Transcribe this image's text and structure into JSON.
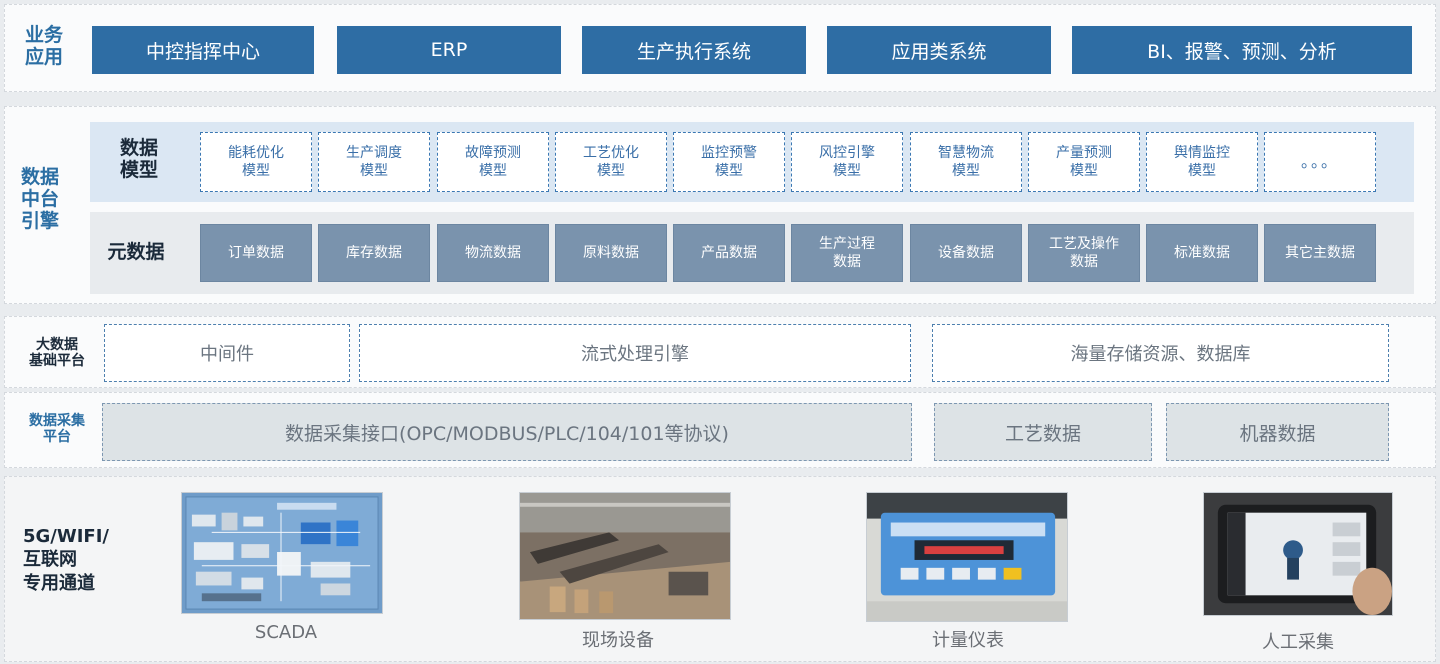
{
  "business_layer": {
    "label": "业务\n应用",
    "buttons": [
      "中控指挥中心",
      "ERP",
      "生产执行系统",
      "应用类系统",
      "BI、报警、预测、分析"
    ]
  },
  "data_center": {
    "label": "数据\n中台\n引擎",
    "models": {
      "label": "数据\n模型",
      "items": [
        "能耗优化\n模型",
        "生产调度\n模型",
        "故障预测\n模型",
        "工艺优化\n模型",
        "监控预警\n模型",
        "风控引擎\n模型",
        "智慧物流\n模型",
        "产量预测\n模型",
        "舆情监控\n模型",
        "。。。"
      ]
    },
    "metadata": {
      "label": "元数据",
      "items": [
        "订单数据",
        "库存数据",
        "物流数据",
        "原料数据",
        "产品数据",
        "生产过程\n数据",
        "设备数据",
        "工艺及操作\n数据",
        "标准数据",
        "其它主数据"
      ]
    }
  },
  "bigdata": {
    "label": "大数据\n基础平台",
    "items": [
      "中间件",
      "流式处理引擎",
      "海量存储资源、数据库"
    ]
  },
  "collection": {
    "label": "数据采集\n平台",
    "items": [
      "数据采集接口(OPC/MODBUS/PLC/104/101等协议)",
      "工艺数据",
      "机器数据"
    ]
  },
  "network": {
    "label": "5G/WIFI/\n互联网\n专用通道",
    "devices": [
      "SCADA",
      "现场设备",
      "计量仪表",
      "人工采集"
    ]
  },
  "colors": {
    "app_button": "#2e6da4",
    "layer_label": "#2b6ea3",
    "model_border": "#3b78b3",
    "metadata_box": "#7a93ad"
  }
}
